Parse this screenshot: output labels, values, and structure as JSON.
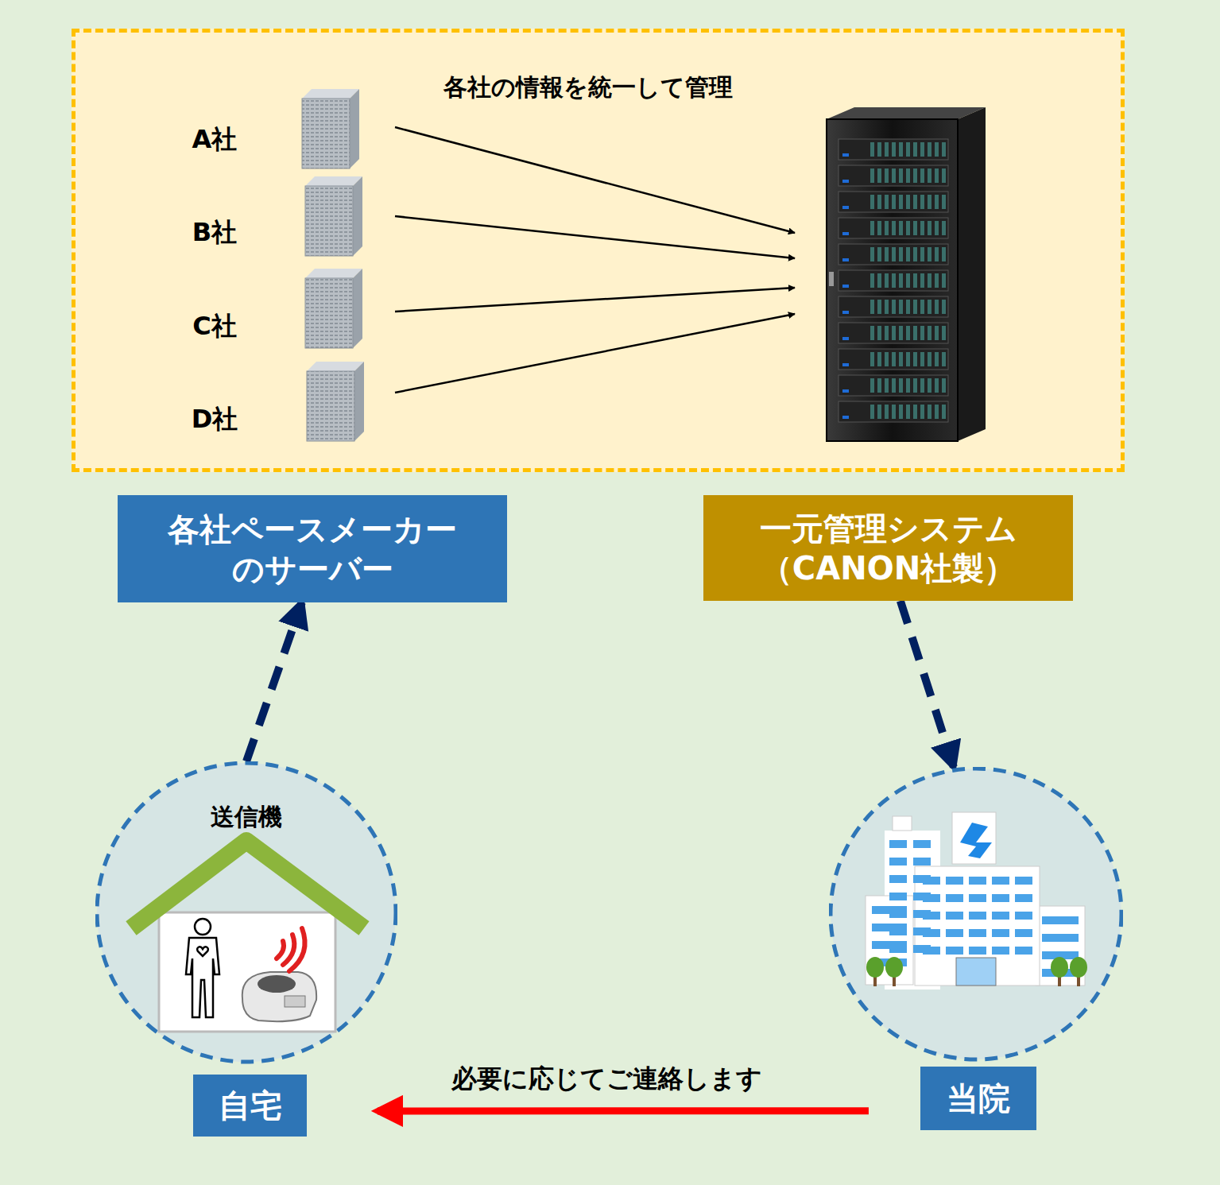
{
  "diagram": {
    "nodes": [
      {
        "text": [
          "各社の情報を統一して管理"
        ]
      },
      {
        "text": [
          "A社"
        ],
        "in": 0
      },
      {
        "text": [
          "B社"
        ],
        "in": 0
      },
      {
        "text": [
          "C社"
        ],
        "in": 0
      },
      {
        "text": [
          "D社"
        ],
        "in": 0
      },
      {
        "text": [
          "各社ペースメーカー のサーバー"
        ]
      },
      {
        "text": [
          "一元管理システム （CANON社製）"
        ]
      },
      {
        "text": [
          "送信機",
          "自宅"
        ]
      },
      {
        "text": [
          "当院"
        ]
      }
    ],
    "edges": [
      {
        "from": 7,
        "to": 5,
        "arrow": "to"
      },
      {
        "from": 6,
        "to": 8,
        "arrow": "to"
      },
      {
        "from": 8,
        "to": 7,
        "label": "必要に応じてご連絡します",
        "arrow": "to"
      }
    ]
  }
}
